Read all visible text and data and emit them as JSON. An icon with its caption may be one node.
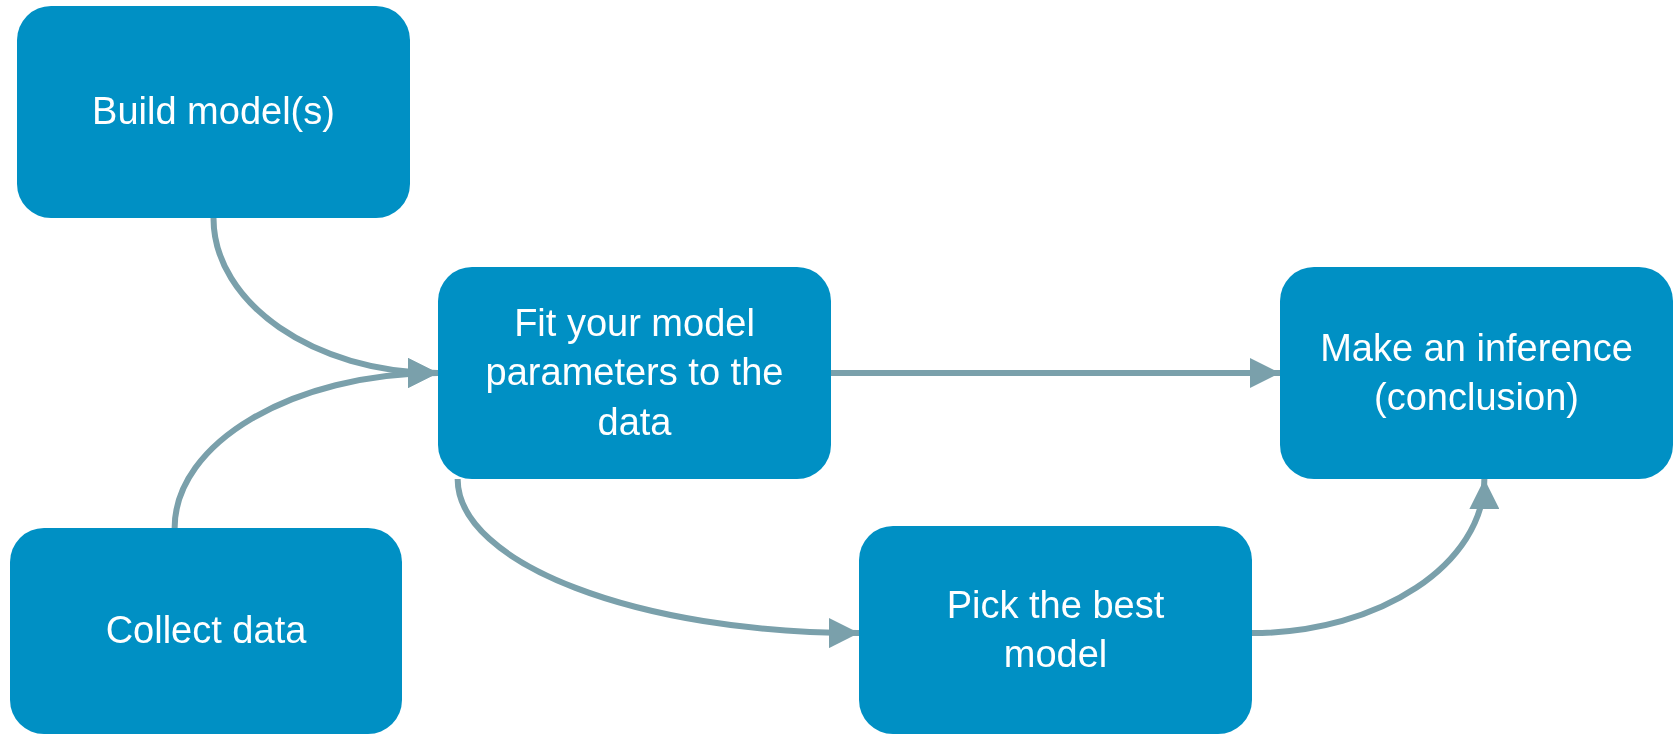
{
  "diagram": {
    "nodes": [
      {
        "text": [
          "Build model(s)"
        ]
      },
      {
        "text": [
          "Collect data"
        ]
      },
      {
        "text": [
          "Fit your model parameters to the data"
        ]
      },
      {
        "text": [
          "Make an inference (conclusion)"
        ]
      },
      {
        "text": [
          "Pick the best model"
        ]
      }
    ],
    "edges": [
      {
        "from": 0,
        "to": 2,
        "arrow": "to"
      },
      {
        "from": 1,
        "to": 2,
        "arrow": "to"
      },
      {
        "from": 2,
        "to": 3,
        "arrow": "to"
      },
      {
        "from": 2,
        "to": 4,
        "arrow": "to"
      },
      {
        "from": 4,
        "to": 3,
        "arrow": "to"
      }
    ]
  }
}
